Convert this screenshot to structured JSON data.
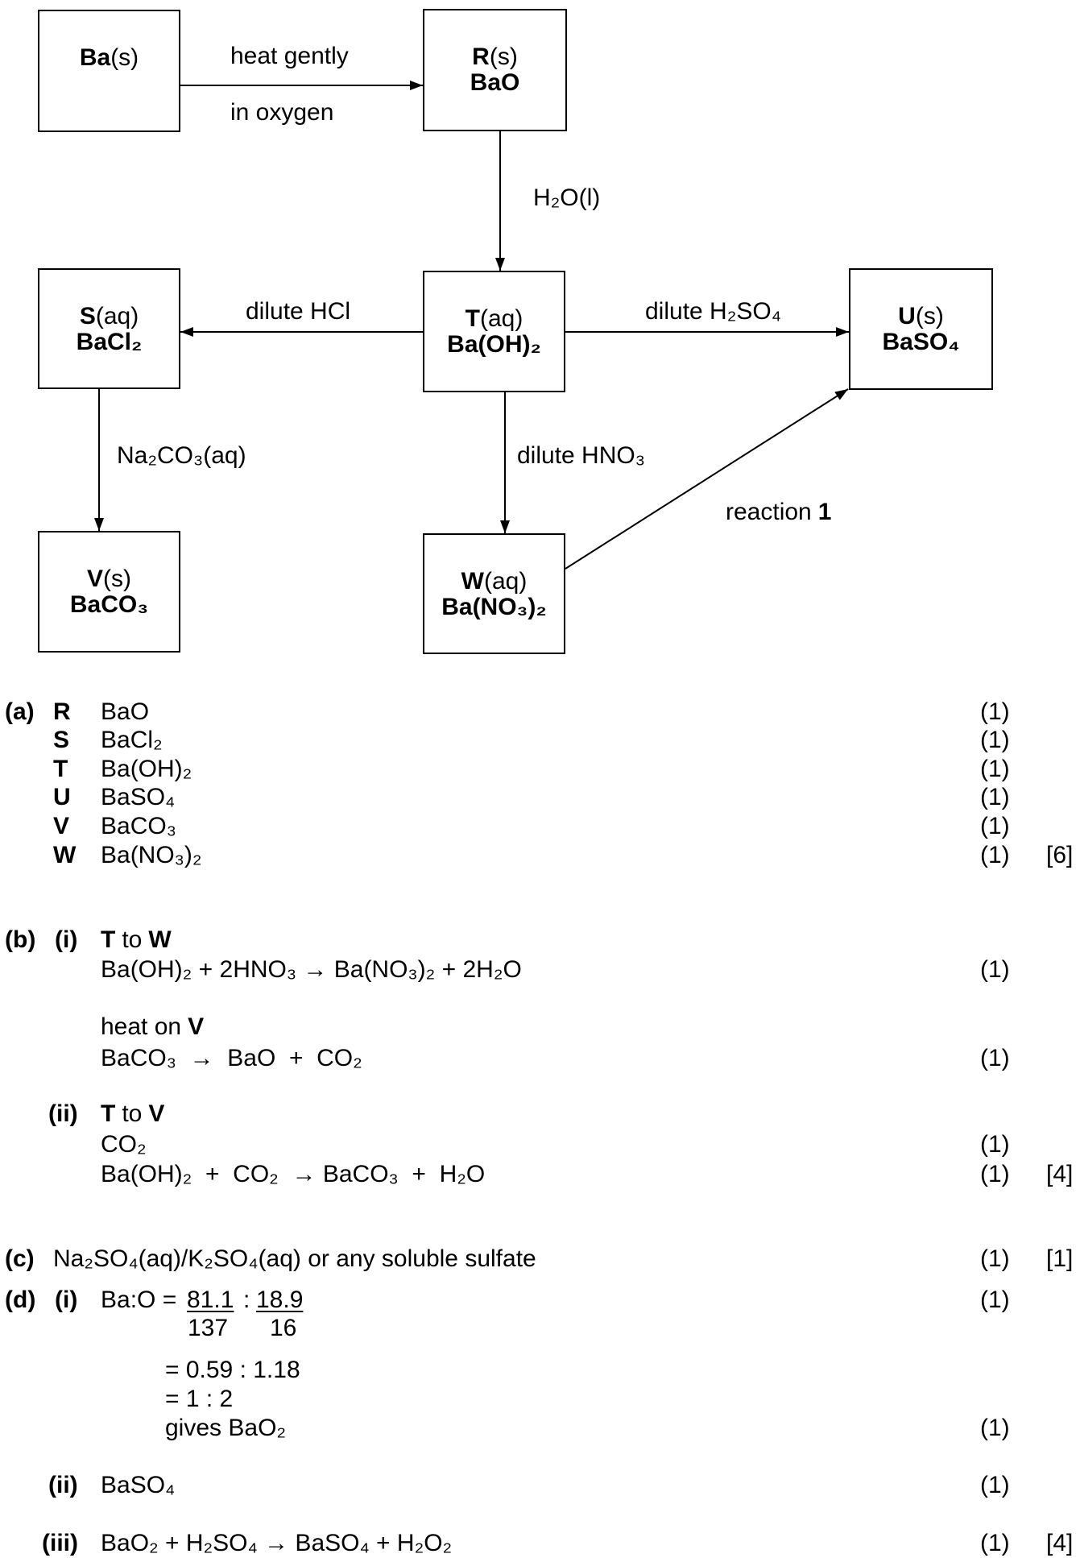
{
  "diagram": {
    "boxes": {
      "ba": {
        "letter": "Ba",
        "state": "(s)"
      },
      "r": {
        "letter": "R",
        "state": "(s)",
        "formula": "BaO"
      },
      "s": {
        "letter": "S",
        "state": "(aq)",
        "formula": "BaCl₂"
      },
      "t": {
        "letter": "T",
        "state": "(aq)",
        "formula": "Ba(OH)₂"
      },
      "u": {
        "letter": "U",
        "state": "(s)",
        "formula": "BaSO₄"
      },
      "v": {
        "letter": "V",
        "state": "(s)",
        "formula": "BaCO₃"
      },
      "w": {
        "letter": "W",
        "state": "(aq)",
        "formula": "Ba(NO₃)₂"
      }
    },
    "arrows": {
      "ba_to_r": {
        "label_above": "heat gently",
        "label_below": "in oxygen"
      },
      "r_to_t": {
        "label": "H₂O(l)"
      },
      "t_to_s": {
        "label": "dilute HCl"
      },
      "t_to_u": {
        "label": "dilute H₂SO₄"
      },
      "s_to_v": {
        "label": "Na₂CO₃(aq)"
      },
      "t_to_w": {
        "label": "dilute HNO₃"
      },
      "w_to_u": {
        "label": "reaction",
        "number": "1"
      }
    }
  },
  "answers": {
    "a": {
      "label": "(a)",
      "rows": [
        {
          "letter": "R",
          "formula": "BaO",
          "mark": "(1)"
        },
        {
          "letter": "S",
          "formula": "BaCl₂",
          "mark": "(1)"
        },
        {
          "letter": "T",
          "formula": "Ba(OH)₂",
          "mark": "(1)"
        },
        {
          "letter": "U",
          "formula": "BaSO₄",
          "mark": "(1)"
        },
        {
          "letter": "V",
          "formula": "BaCO₃",
          "mark": "(1)"
        },
        {
          "letter": "W",
          "formula": "Ba(NO₃)₂",
          "mark": "(1)"
        }
      ],
      "total": "[6]"
    },
    "b": {
      "label": "(b)",
      "i": {
        "label": "(i)",
        "first": {
          "from": "T",
          "connector": "to",
          "to": "W",
          "equation": "Ba(OH)₂ + 2HNO₃ → Ba(NO₃)₂ + 2H₂O",
          "mark": "(1)"
        },
        "second": {
          "text": "heat on",
          "letter": "V",
          "equation": "BaCO₃  →  BaO  +  CO₂",
          "mark": "(1)"
        }
      },
      "ii": {
        "label": "(ii)",
        "from": "T",
        "connector": "to",
        "to": "V",
        "reagent": "CO₂",
        "reagent_mark": "(1)",
        "equation": "Ba(OH)₂  +  CO₂  → BaCO₃  +  H₂O",
        "equation_mark": "(1)"
      },
      "total": "[4]"
    },
    "c": {
      "label": "(c)",
      "answer": "Na₂SO₄(aq)/K₂SO₄(aq) or any soluble sulfate",
      "mark": "(1)",
      "total": "[1]"
    },
    "d": {
      "label": "(d)",
      "i": {
        "label": "(i)",
        "ratio_label": "Ba:O =",
        "ba_numerator": "81.1",
        "ba_denominator": "137",
        "separator": ":",
        "o_numerator": "18.9",
        "o_denominator": "16",
        "mark": "(1)",
        "steps": [
          "= 0.59 : 1.18",
          "= 1 : 2",
          "gives BaO₂"
        ],
        "conclusion_mark": "(1)"
      },
      "ii": {
        "label": "(ii)",
        "answer": "BaSO₄",
        "mark": "(1)"
      },
      "iii": {
        "label": "(iii)",
        "answer": "BaO₂ + H₂SO₄ → BaSO₄ + H₂O₂",
        "mark": "(1)"
      },
      "total": "[4]"
    }
  }
}
